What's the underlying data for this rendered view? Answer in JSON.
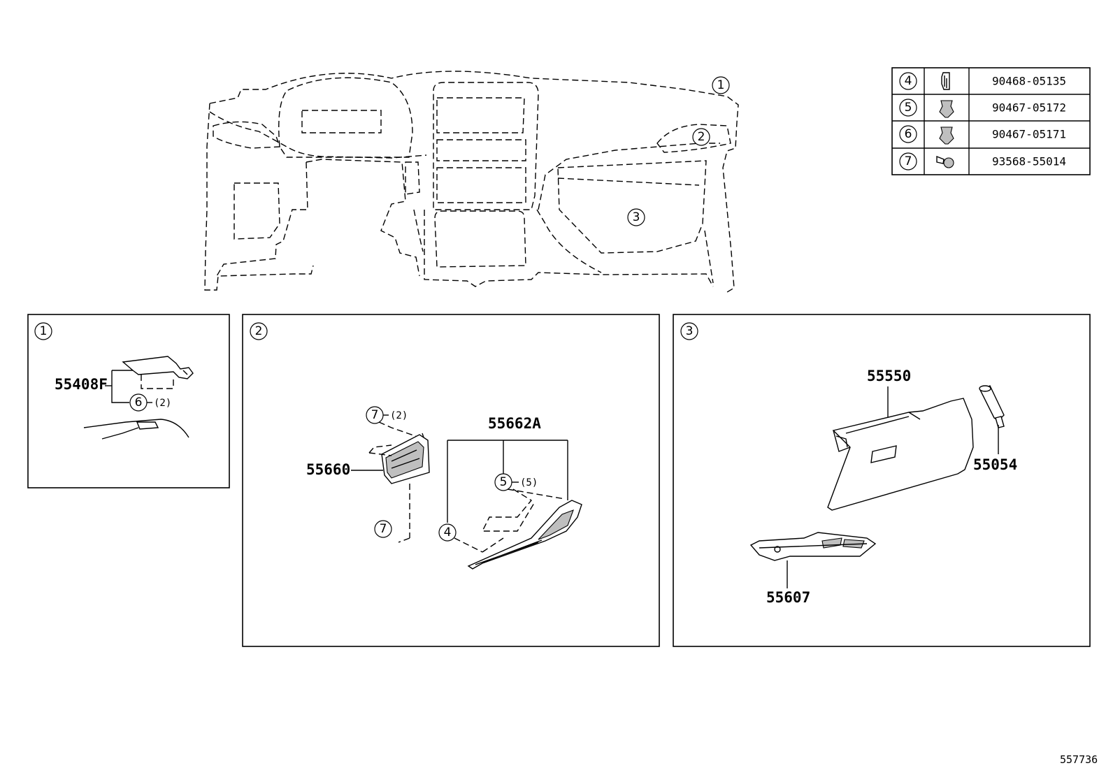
{
  "fastener_table": [
    {
      "ref": "4",
      "icon": "clip-icon",
      "part_no": "90468-05135"
    },
    {
      "ref": "5",
      "icon": "clip-icon",
      "part_no": "90467-05172"
    },
    {
      "ref": "6",
      "icon": "clip-icon",
      "part_no": "90467-05171"
    },
    {
      "ref": "7",
      "icon": "screw-icon",
      "part_no": "93568-55014"
    }
  ],
  "overview": {
    "callouts": [
      "1",
      "2",
      "3"
    ]
  },
  "panel_1": {
    "ref": "1",
    "part_label": "55408F",
    "clip_ref": "6",
    "clip_qty": "(2)"
  },
  "panel_2": {
    "ref": "2",
    "screw_top_ref": "7",
    "screw_top_qty": "(2)",
    "part_label_left": "55660",
    "screw_bottom_ref": "7",
    "part_label_right": "55662A",
    "clip5_ref": "5",
    "clip5_qty": "(5)",
    "clip4_ref": "4"
  },
  "panel_3": {
    "ref": "3",
    "label_glovebox": "55550",
    "label_damper": "55054",
    "label_lining": "55607"
  },
  "diagram_id": "557736"
}
